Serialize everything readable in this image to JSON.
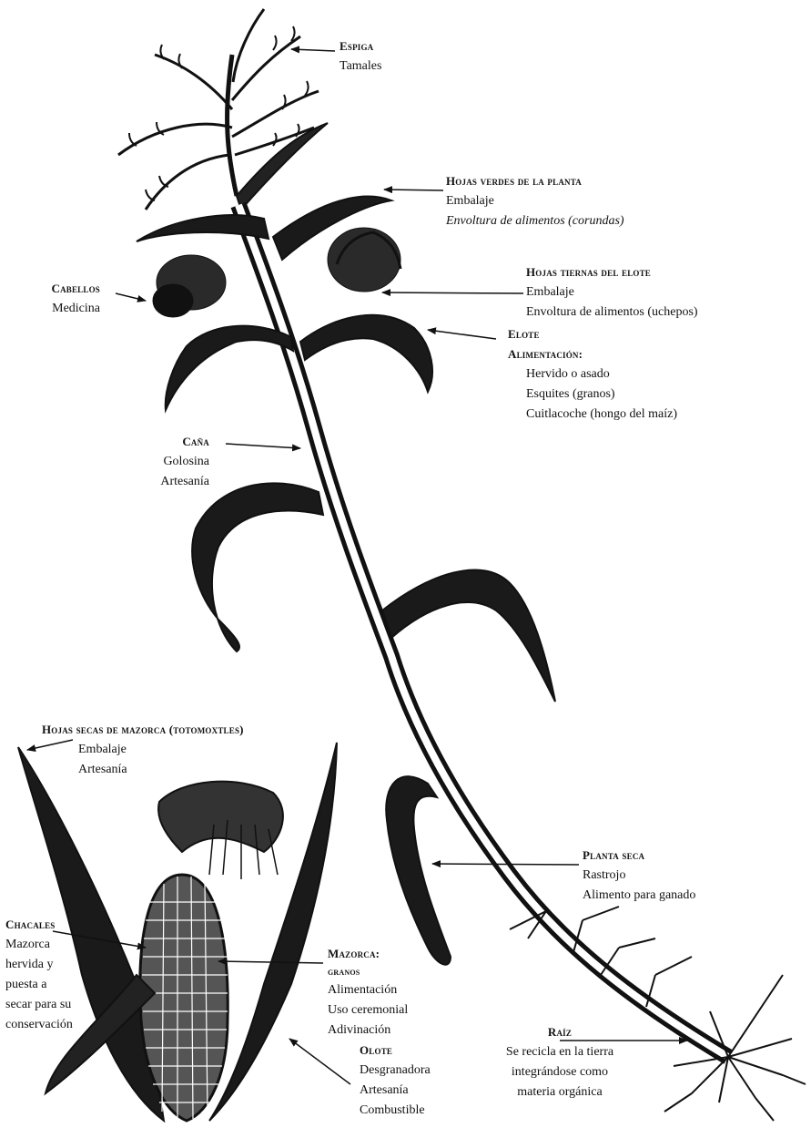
{
  "labels": {
    "espiga": {
      "heading": "Espiga",
      "uses": [
        "Tamales"
      ]
    },
    "hojas_verdes": {
      "heading": "Hojas verdes de la planta",
      "uses": [
        "Embalaje",
        "Envoltura de alimentos (corundas)"
      ]
    },
    "cabellos": {
      "heading": "Cabellos",
      "uses": [
        "Medicina"
      ]
    },
    "hojas_tiernas": {
      "heading": "Hojas tiernas del elote",
      "uses": [
        "Embalaje",
        "Envoltura de alimentos (uchepos)"
      ]
    },
    "elote": {
      "heading": "Elote",
      "sub": "Alimentación:",
      "uses": [
        "Hervido o asado",
        "Esquites (granos)",
        "Cuitlacoche (hongo del maíz)"
      ]
    },
    "cana": {
      "heading": "Caña",
      "uses": [
        "Golosina",
        "Artesanía"
      ]
    },
    "hojas_secas": {
      "heading": "Hojas secas de mazorca (totomoxtles)",
      "uses": [
        "Embalaje",
        "Artesanía"
      ]
    },
    "planta_seca": {
      "heading": "Planta seca",
      "uses": [
        "Rastrojo",
        "Alimento para ganado"
      ]
    },
    "chacales": {
      "heading": "Chacales",
      "uses": [
        "Mazorca",
        "hervida y",
        "puesta a",
        "secar para su",
        "conservación"
      ]
    },
    "mazorca": {
      "heading": "Mazorca:",
      "sub": "granos",
      "uses": [
        "Alimentación",
        "Uso ceremonial",
        "Adivinación"
      ]
    },
    "olote": {
      "heading": "Olote",
      "uses": [
        "Desgranadora",
        "Artesanía",
        "Combustible"
      ]
    },
    "raiz": {
      "heading": "Raíz",
      "uses": [
        "Se recicla en la tierra",
        "integrándose como",
        "materia orgánica"
      ]
    }
  },
  "colors": {
    "ink": "#111111",
    "paper": "#ffffff"
  }
}
